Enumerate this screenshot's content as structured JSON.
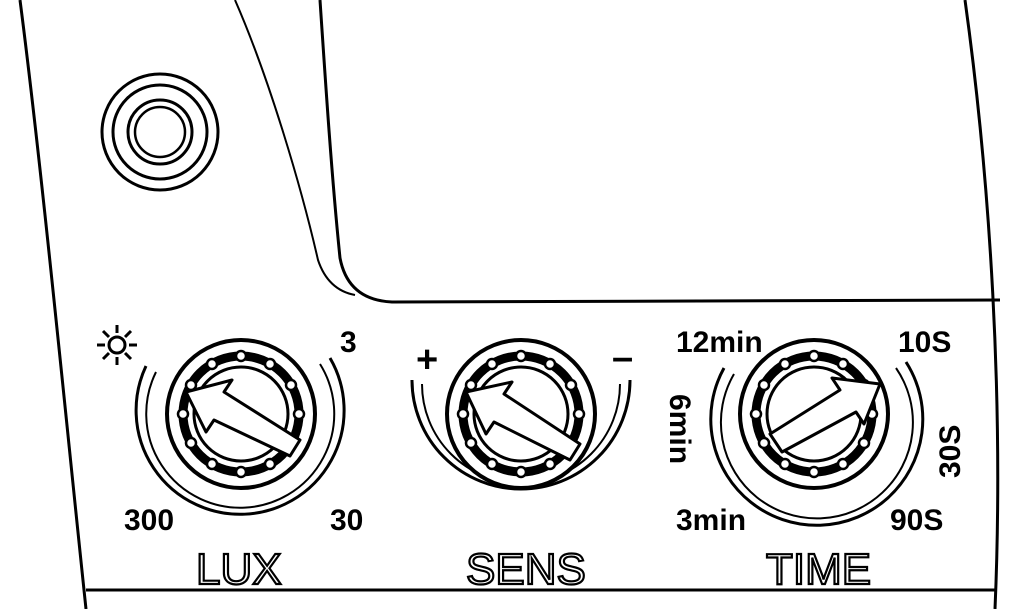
{
  "colors": {
    "line": "#000000",
    "background": "#ffffff"
  },
  "icons": {
    "brightness": "sun-icon"
  },
  "lux": {
    "name": "LUX",
    "scale_min": "3",
    "scale_mid": "30",
    "scale_max": "300"
  },
  "sens": {
    "name": "SENS",
    "plus": "+",
    "minus": "–"
  },
  "time": {
    "name": "TIME",
    "t1": "10S",
    "t2": "30S",
    "t3": "90S",
    "t4": "3min",
    "t5": "6min",
    "t6": "12min"
  }
}
